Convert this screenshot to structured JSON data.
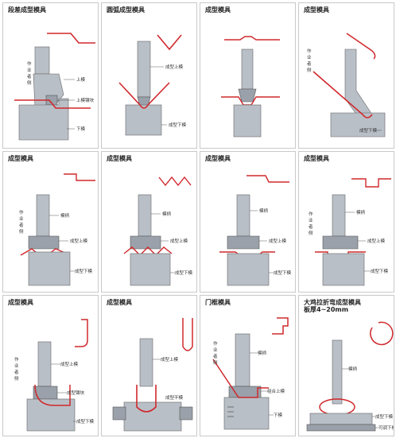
{
  "panels": [
    {
      "title": "段差成型模具",
      "side": "作业者侧",
      "labels": [
        "上模",
        "上模镶块",
        "下模"
      ]
    },
    {
      "title": "圆弧成型模具",
      "labels": [
        "成型上模",
        "成型下模"
      ]
    },
    {
      "title": "成型模具",
      "labels": []
    },
    {
      "title": "成型模具",
      "side": "作业者侧",
      "labels": [
        "成型下模"
      ]
    },
    {
      "title": "成型模具",
      "side": "作业者侧",
      "labels": [
        "模柄",
        "成型上模",
        "成型下模"
      ]
    },
    {
      "title": "成型模具",
      "labels": [
        "模柄",
        "成型上模",
        "成型下模"
      ]
    },
    {
      "title": "成型模具",
      "labels": [
        "模柄",
        "成型上模",
        "成型下模"
      ]
    },
    {
      "title": "成型模具",
      "side": "作业者侧",
      "labels": [
        "模柄",
        "成型上模",
        "成型下模"
      ]
    },
    {
      "title": "成型模具",
      "side": "作业者侧",
      "labels": [
        "成型上模",
        "成型镶块",
        "成型下模"
      ]
    },
    {
      "title": "成型模具",
      "labels": [
        "成型上模",
        "成型下模"
      ]
    },
    {
      "title": "门框模具",
      "side": "作业者侧",
      "labels": [
        "模柄",
        "组合上模",
        "下模"
      ]
    },
    {
      "title": "大鸡拉折弯成型模具\n板厚4~20mm",
      "labels": [
        "模柄",
        "成型下模",
        "可调下模"
      ]
    }
  ],
  "colors": {
    "red": "#d0282c",
    "steel": "#b9bfc7",
    "steelDark": "#8a9099",
    "border": "#c9c9c9"
  }
}
